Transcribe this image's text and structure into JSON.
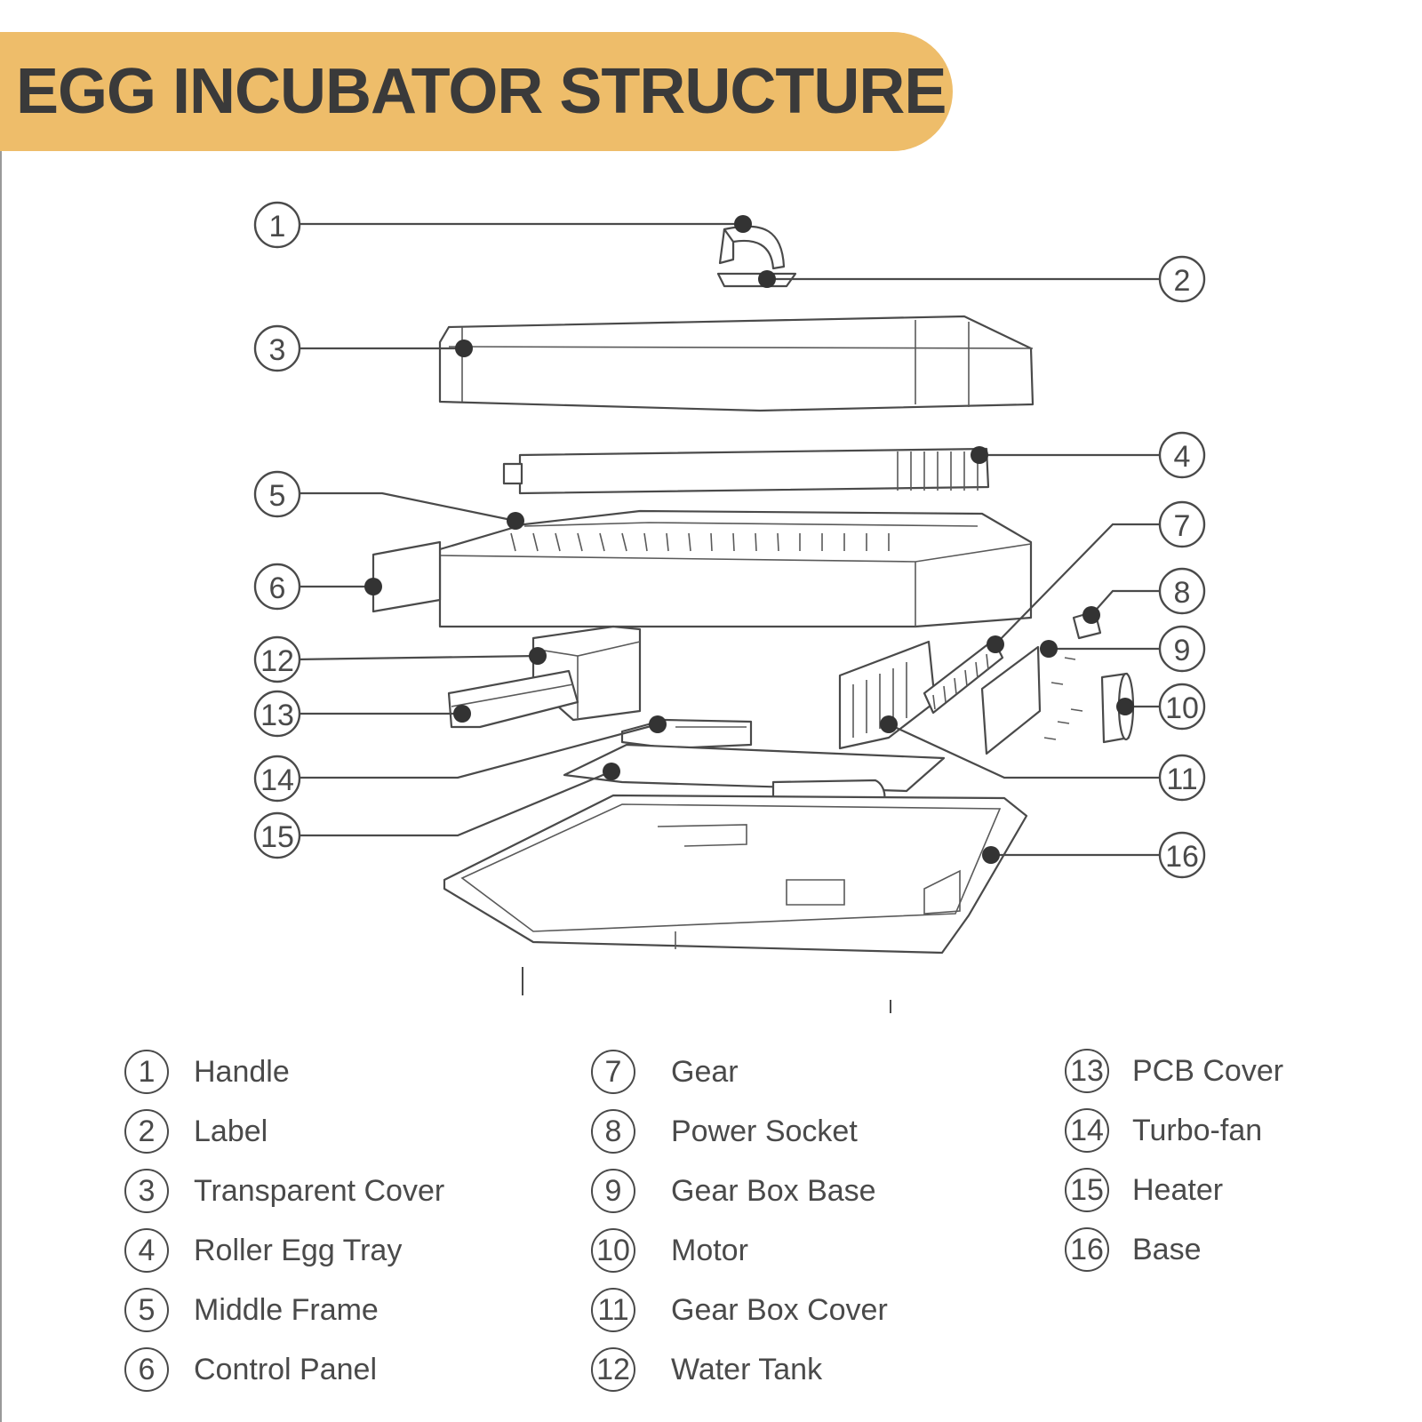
{
  "title": "EGG INCUBATOR STRUCTURE",
  "callouts": [
    "1",
    "2",
    "3",
    "4",
    "5",
    "6",
    "7",
    "8",
    "9",
    "10",
    "11",
    "12",
    "13",
    "14",
    "15",
    "16"
  ],
  "legend": [
    {
      "num": "1",
      "label": "Handle"
    },
    {
      "num": "2",
      "label": "Label"
    },
    {
      "num": "3",
      "label": "Transparent Cover"
    },
    {
      "num": "4",
      "label": "Roller Egg Tray"
    },
    {
      "num": "5",
      "label": "Middle Frame"
    },
    {
      "num": "6",
      "label": "Control Panel"
    },
    {
      "num": "7",
      "label": "Gear"
    },
    {
      "num": "8",
      "label": "Power Socket"
    },
    {
      "num": "9",
      "label": "Gear Box Base"
    },
    {
      "num": "10",
      "label": "Motor"
    },
    {
      "num": "11",
      "label": "Gear Box Cover"
    },
    {
      "num": "12",
      "label": "Water Tank"
    },
    {
      "num": "13",
      "label": "PCB Cover"
    },
    {
      "num": "14",
      "label": "Turbo-fan"
    },
    {
      "num": "15",
      "label": "Heater"
    },
    {
      "num": "16",
      "label": "Base"
    }
  ],
  "colors": {
    "banner": "#eebd6a",
    "title_text": "#3a3a3a",
    "line": "#4a4a4a"
  }
}
